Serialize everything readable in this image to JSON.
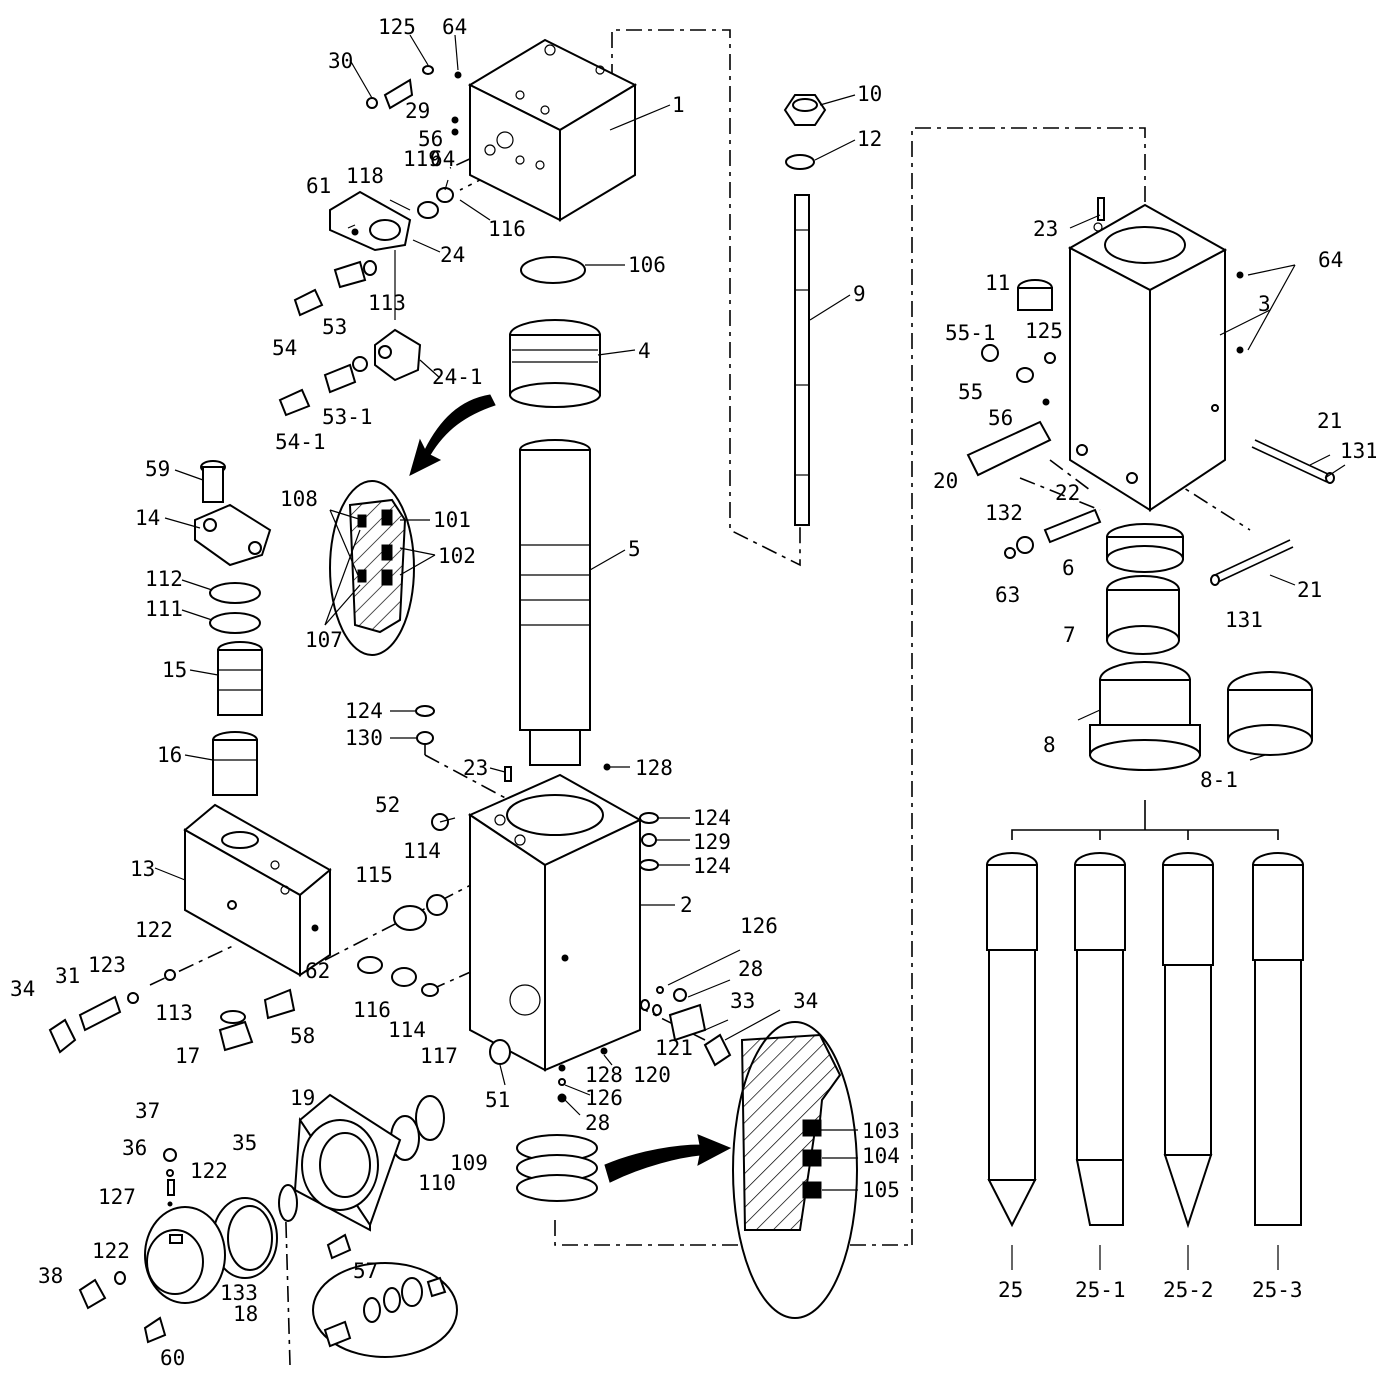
{
  "labels": {
    "l30": "30",
    "l125a": "125",
    "l64a": "64",
    "l29": "29",
    "l56a": "56",
    "l64b": "64",
    "l1": "1",
    "l61": "61",
    "l118": "118",
    "l119": "119",
    "l116a": "116",
    "l24": "24",
    "l54": "54",
    "l53": "53",
    "l113a": "113",
    "l24_1": "24-1",
    "l54_1": "54-1",
    "l53_1": "53-1",
    "l10": "10",
    "l12": "12",
    "l9": "9",
    "l106": "106",
    "l4": "4",
    "l5": "5",
    "l108": "108",
    "l101": "101",
    "l102": "102",
    "l107": "107",
    "l59": "59",
    "l14": "14",
    "l112": "112",
    "l111": "111",
    "l15": "15",
    "l16": "16",
    "l13": "13",
    "l122a": "122",
    "l123": "123",
    "l31": "31",
    "l34a": "34",
    "l113b": "113",
    "l17": "17",
    "l58": "58",
    "l62": "62",
    "l124a": "124",
    "l130": "130",
    "l23a": "23",
    "l128a": "128",
    "l52": "52",
    "l124b": "124",
    "l129": "129",
    "l124c": "124",
    "l114a": "114",
    "l115": "115",
    "l2": "2",
    "l116b": "116",
    "l114b": "114",
    "l117": "117",
    "l126a": "126",
    "l28a": "28",
    "l33": "33",
    "l34b": "34",
    "l120": "120",
    "l121": "121",
    "l128b": "128",
    "l126b": "126",
    "l28b": "28",
    "l51": "51",
    "l19": "19",
    "l37": "37",
    "l36": "36",
    "l122b": "122",
    "l35": "35",
    "l127": "127",
    "l109": "109",
    "l110": "110",
    "l38": "38",
    "l122c": "122",
    "l133": "133",
    "l57": "57",
    "l18": "18",
    "l60": "60",
    "l103": "103",
    "l104": "104",
    "l105": "105",
    "l23b": "23",
    "l64c": "64",
    "l11": "11",
    "l3": "3",
    "l55_1": "55-1",
    "l125b": "125",
    "l55": "55",
    "l56b": "56",
    "l21a": "21",
    "l131a": "131",
    "l20": "20",
    "l22": "22",
    "l132": "132",
    "l63": "63",
    "l6": "6",
    "l21b": "21",
    "l131b": "131",
    "l7": "7",
    "l8": "8",
    "l8_1": "8-1",
    "l25": "25",
    "l25_1": "25-1",
    "l25_2": "25-2",
    "l25_3": "25-3"
  }
}
